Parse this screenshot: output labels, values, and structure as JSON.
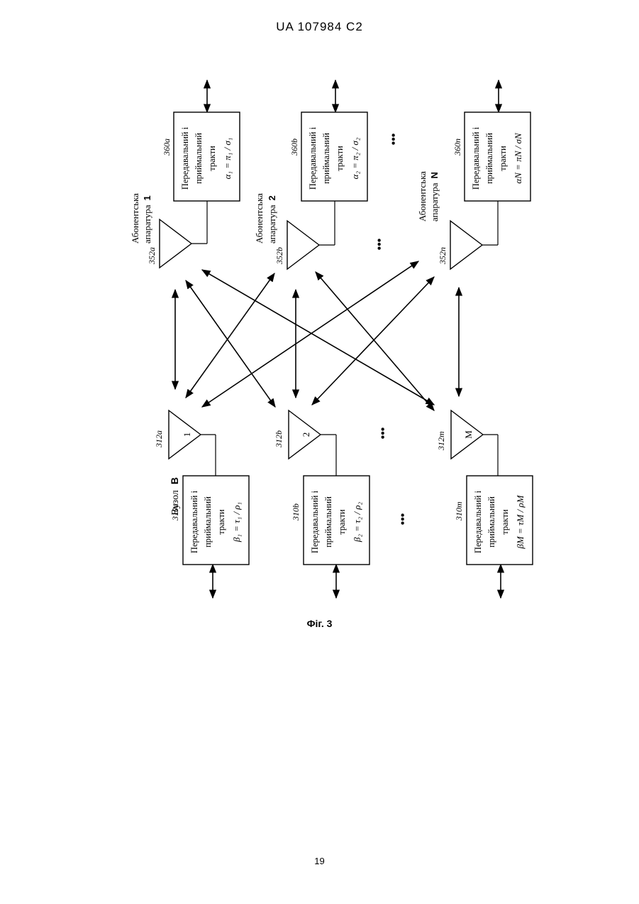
{
  "header": {
    "doc_id": "UA   107984   C2"
  },
  "figure": {
    "caption": "Фіг. 3",
    "ellipsis": "•••",
    "node": {
      "title_prefix": "Вузол",
      "title_letter": "B",
      "units": [
        {
          "id": "310a",
          "line1": "Передавальний і",
          "line2": "приймальний",
          "line3": "тракти",
          "formula": "β₁ = τ₁ / ρ₁",
          "antenna_id": "312a",
          "antenna_label": "1"
        },
        {
          "id": "310b",
          "line1": "Передавальний і",
          "line2": "приймальний",
          "line3": "тракти",
          "formula": "β₂ = τ₂ / ρ₂",
          "antenna_id": "312b",
          "antenna_label": "2"
        },
        {
          "id": "310m",
          "line1": "Передавальний і",
          "line2": "приймальний",
          "line3": "тракти",
          "formula": "βM = τM / ρM",
          "antenna_id": "312m",
          "antenna_label": "M"
        }
      ]
    },
    "subscribers": [
      {
        "title_line1": "Абонентська",
        "title_line2": "апаратура",
        "title_num": "1",
        "id": "360a",
        "line1": "Передавальний і",
        "line2": "приймальний",
        "line3": "тракти",
        "formula": "α₁ = π₁ / σ₁",
        "antenna_id": "352a"
      },
      {
        "title_line1": "Абонентська",
        "title_line2": "апаратура",
        "title_num": "2",
        "id": "360b",
        "line1": "Передавальний і",
        "line2": "приймальний",
        "line3": "тракти",
        "formula": "α₂ = π₂ / σ₂",
        "antenna_id": "352b"
      },
      {
        "title_line1": "Абонентська",
        "title_line2": "апаратура",
        "title_num": "N",
        "id": "360n",
        "line1": "Передавальний і",
        "line2": "приймальний",
        "line3": "тракти",
        "formula": "αN = πN / σN",
        "antenna_id": "352n"
      }
    ]
  },
  "page_number": "19"
}
